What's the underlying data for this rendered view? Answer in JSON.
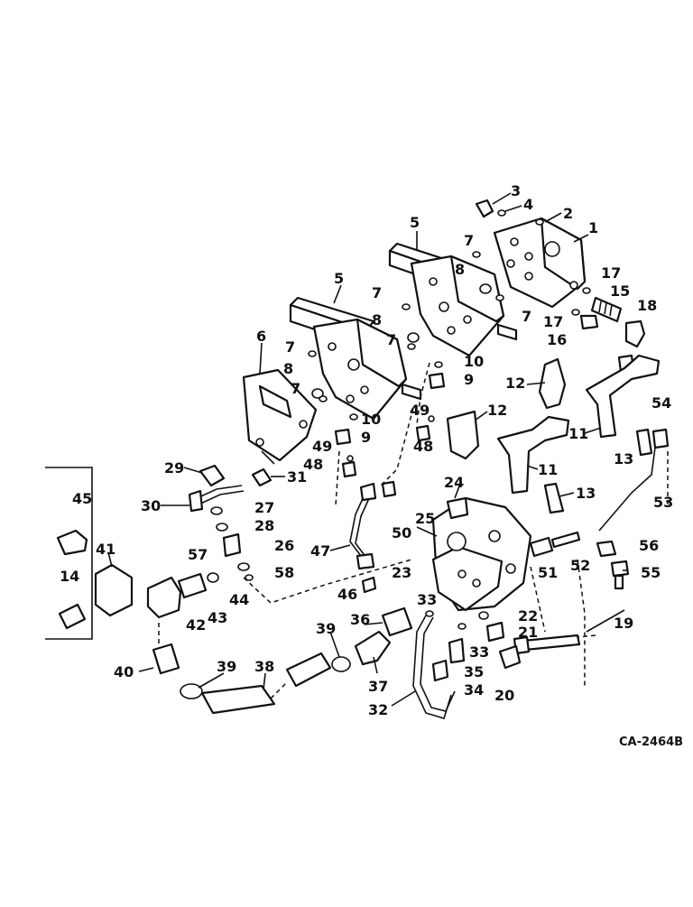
{
  "drawing_code": "CA-2464B",
  "callouts": [
    {
      "id": "c1",
      "text": "1"
    },
    {
      "id": "c2",
      "text": "2"
    },
    {
      "id": "c3",
      "text": "3"
    },
    {
      "id": "c4",
      "text": "4"
    },
    {
      "id": "c5a",
      "text": "5"
    },
    {
      "id": "c5b",
      "text": "5"
    },
    {
      "id": "c6",
      "text": "6"
    },
    {
      "id": "c7a",
      "text": "7"
    },
    {
      "id": "c7b",
      "text": "7"
    },
    {
      "id": "c7c",
      "text": "7"
    },
    {
      "id": "c7d",
      "text": "7"
    },
    {
      "id": "c7e",
      "text": "7"
    },
    {
      "id": "c7f",
      "text": "7"
    },
    {
      "id": "c8a",
      "text": "8"
    },
    {
      "id": "c8b",
      "text": "8"
    },
    {
      "id": "c8c",
      "text": "8"
    },
    {
      "id": "c9a",
      "text": "9"
    },
    {
      "id": "c9b",
      "text": "9"
    },
    {
      "id": "c10a",
      "text": "10"
    },
    {
      "id": "c10b",
      "text": "10"
    },
    {
      "id": "c11a",
      "text": "11"
    },
    {
      "id": "c11b",
      "text": "11"
    },
    {
      "id": "c12a",
      "text": "12"
    },
    {
      "id": "c12b",
      "text": "12"
    },
    {
      "id": "c13a",
      "text": "13"
    },
    {
      "id": "c13b",
      "text": "13"
    },
    {
      "id": "c14",
      "text": "14"
    },
    {
      "id": "c15",
      "text": "15"
    },
    {
      "id": "c16",
      "text": "16"
    },
    {
      "id": "c17a",
      "text": "17"
    },
    {
      "id": "c17b",
      "text": "17"
    },
    {
      "id": "c18",
      "text": "18"
    },
    {
      "id": "c19",
      "text": "19"
    },
    {
      "id": "c20",
      "text": "20"
    },
    {
      "id": "c21",
      "text": "21"
    },
    {
      "id": "c22",
      "text": "22"
    },
    {
      "id": "c23",
      "text": "23"
    },
    {
      "id": "c24",
      "text": "24"
    },
    {
      "id": "c25",
      "text": "25"
    },
    {
      "id": "c26",
      "text": "26"
    },
    {
      "id": "c27",
      "text": "27"
    },
    {
      "id": "c28",
      "text": "28"
    },
    {
      "id": "c29",
      "text": "29"
    },
    {
      "id": "c30",
      "text": "30"
    },
    {
      "id": "c31",
      "text": "31"
    },
    {
      "id": "c32",
      "text": "32"
    },
    {
      "id": "c33a",
      "text": "33"
    },
    {
      "id": "c33b",
      "text": "33"
    },
    {
      "id": "c34",
      "text": "34"
    },
    {
      "id": "c35",
      "text": "35"
    },
    {
      "id": "c36",
      "text": "36"
    },
    {
      "id": "c37",
      "text": "37"
    },
    {
      "id": "c38",
      "text": "38"
    },
    {
      "id": "c39a",
      "text": "39"
    },
    {
      "id": "c39b",
      "text": "39"
    },
    {
      "id": "c40",
      "text": "40"
    },
    {
      "id": "c41",
      "text": "41"
    },
    {
      "id": "c42",
      "text": "42"
    },
    {
      "id": "c43",
      "text": "43"
    },
    {
      "id": "c44",
      "text": "44"
    },
    {
      "id": "c45",
      "text": "45"
    },
    {
      "id": "c46",
      "text": "46"
    },
    {
      "id": "c47",
      "text": "47"
    },
    {
      "id": "c48a",
      "text": "48"
    },
    {
      "id": "c48b",
      "text": "48"
    },
    {
      "id": "c49a",
      "text": "49"
    },
    {
      "id": "c49b",
      "text": "49"
    },
    {
      "id": "c50",
      "text": "50"
    },
    {
      "id": "c51",
      "text": "51"
    },
    {
      "id": "c52",
      "text": "52"
    },
    {
      "id": "c53",
      "text": "53"
    },
    {
      "id": "c54",
      "text": "54"
    },
    {
      "id": "c55",
      "text": "55"
    },
    {
      "id": "c56",
      "text": "56"
    },
    {
      "id": "c57",
      "text": "57"
    },
    {
      "id": "c58",
      "text": "58"
    }
  ]
}
